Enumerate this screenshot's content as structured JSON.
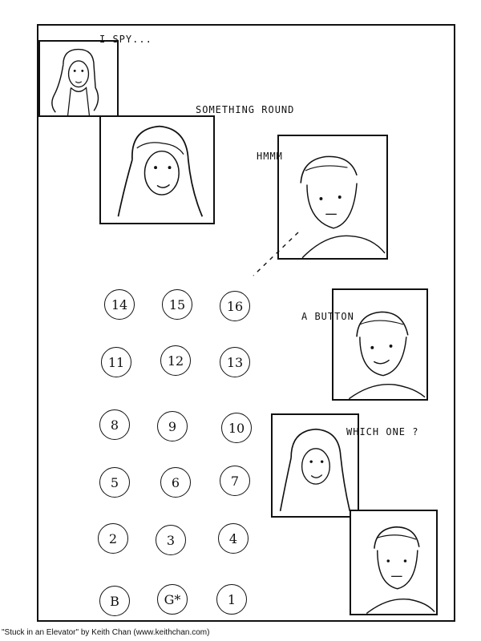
{
  "captions": {
    "i_spy": "I SPY...",
    "something_round": "SOMETHING ROUND",
    "hmmm": "HMMM",
    "a_button": "A BUTTON",
    "which_one": "WHICH ONE ?"
  },
  "elevator_buttons": [
    [
      "14",
      "15",
      "16"
    ],
    [
      "11",
      "12",
      "13"
    ],
    [
      "8",
      "9",
      "10"
    ],
    [
      "5",
      "6",
      "7"
    ],
    [
      "2",
      "3",
      "4"
    ],
    [
      "B",
      "G*",
      "1"
    ]
  ],
  "credit": "\"Stuck in an Elevator\" by Keith Chan (www.keithchan.com)"
}
